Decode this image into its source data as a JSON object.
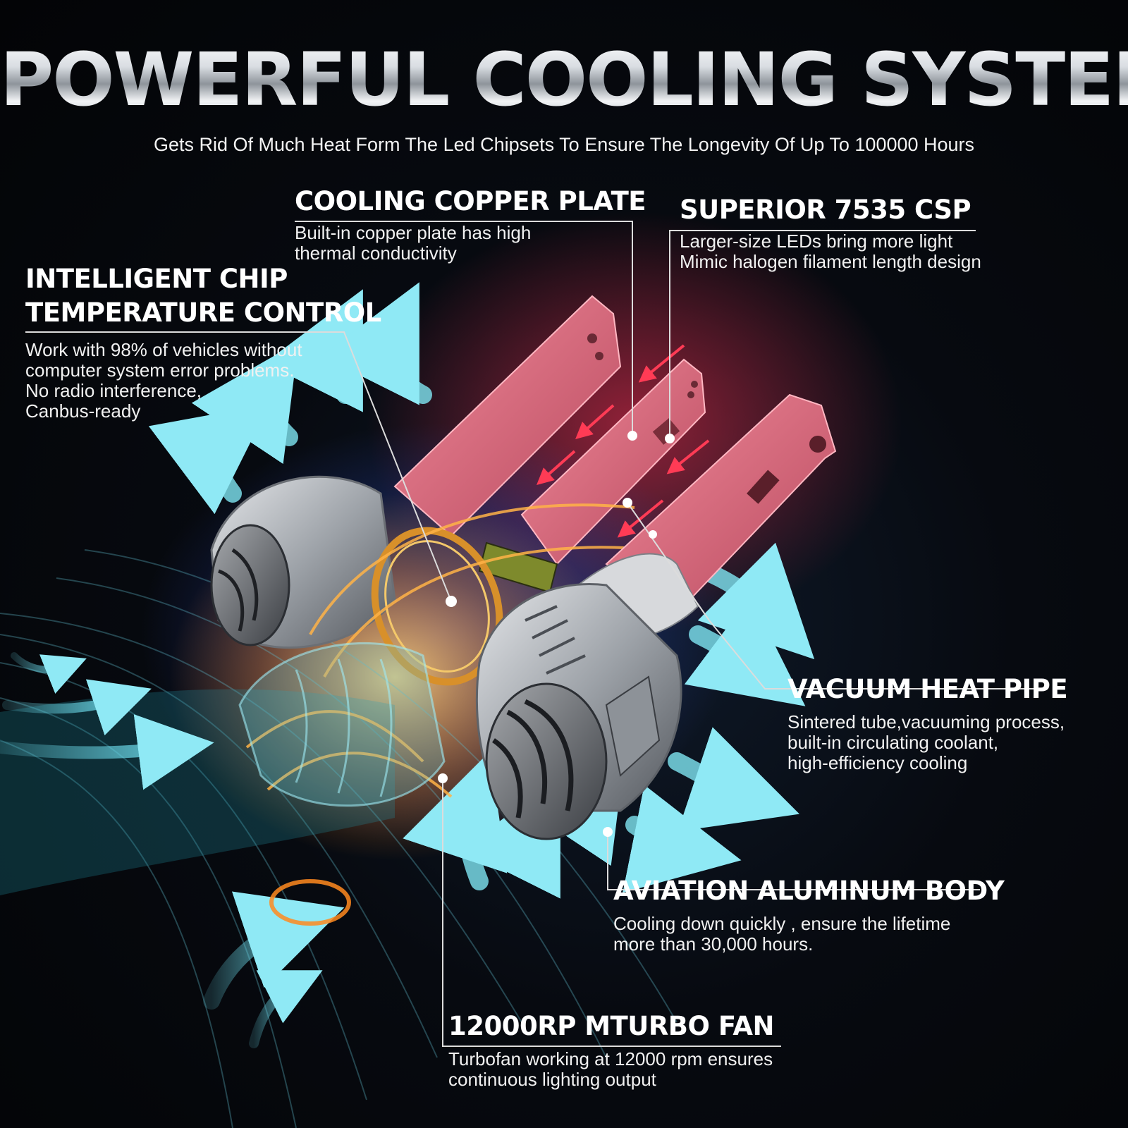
{
  "heading": {
    "title": "POWERFUL COOLING SYSTEM",
    "subtitle": "Gets Rid Of Much Heat Form The Led Chipsets To Ensure The Longevity Of Up To 100000 Hours"
  },
  "features": {
    "copper_plate": {
      "title": "COOLING COPPER PLATE",
      "lines": [
        "Built-in copper plate has high",
        "thermal conductivity"
      ]
    },
    "csp": {
      "title": "SUPERIOR 7535 CSP",
      "lines": [
        "Larger-size LEDs bring more light",
        "Mimic halogen filament length design"
      ]
    },
    "chip_control": {
      "title_lines": [
        "INTELLIGENT CHIP",
        "TEMPERATURE CONTROL"
      ],
      "lines": [
        "Work with 98% of vehicles without",
        "computer system error problems.",
        "No radio interference,",
        "Canbus-ready"
      ]
    },
    "heat_pipe": {
      "title": "VACUUM HEAT PIPE",
      "lines": [
        "Sintered tube,vacuuming process,",
        "built-in circulating coolant,",
        "high-efficiency cooling"
      ]
    },
    "aluminum_body": {
      "title": "AVIATION ALUMINUM BODY",
      "lines": [
        "Cooling down quickly , ensure the lifetime",
        "more than 30,000 hours."
      ]
    },
    "turbo_fan": {
      "title": "12000RP MTURBO FAN",
      "lines": [
        "Turbofan working at 12000 rpm ensures",
        "continuous lighting output"
      ]
    }
  },
  "colors": {
    "background": "#05070b",
    "airflow": "#6fe0f0",
    "heat_glow": "#ff2d4d",
    "aluminum": "#b9bcc0",
    "copper": "#d8902a"
  }
}
